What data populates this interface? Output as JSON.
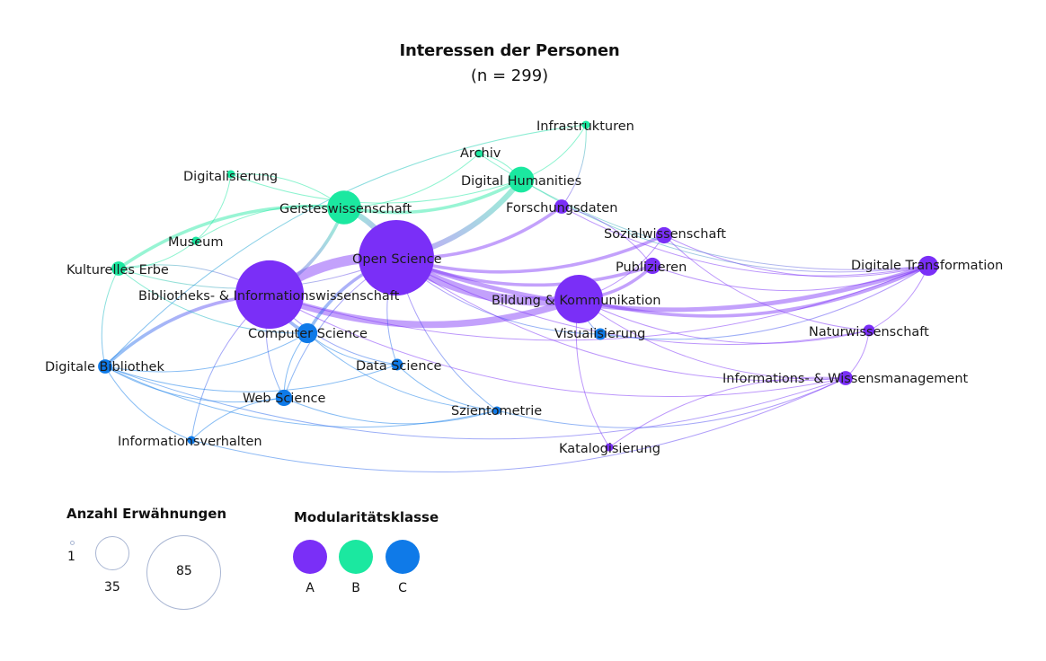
{
  "title": "Interessen der Personen",
  "subtitle": "(n = 299)",
  "classes": {
    "A": "#7a2ff7",
    "B": "#1be8a0",
    "C": "#0f7ae8"
  },
  "nodes": [
    {
      "id": "open-science",
      "label": "Open Science",
      "class": "A",
      "mentions": 85
    },
    {
      "id": "bibliotheks",
      "label": "Bibliotheks- & Informationswissenschaft",
      "class": "A",
      "mentions": 70
    },
    {
      "id": "bildung",
      "label": "Bildung & Kommunikation",
      "class": "A",
      "mentions": 35
    },
    {
      "id": "geisteswissenschaft",
      "label": "Geisteswissenschaft",
      "class": "B",
      "mentions": 17
    },
    {
      "id": "digital-humanities",
      "label": "Digital Humanities",
      "class": "B",
      "mentions": 10
    },
    {
      "id": "computer-science",
      "label": "Computer Science",
      "class": "C",
      "mentions": 6
    },
    {
      "id": "digitale-transformation",
      "label": "Digitale Transformation",
      "class": "A",
      "mentions": 6
    },
    {
      "id": "web-science",
      "label": "Web Science",
      "class": "C",
      "mentions": 4
    },
    {
      "id": "sozialwissenschaft",
      "label": "Sozialwissenschaft",
      "class": "A",
      "mentions": 4
    },
    {
      "id": "publizieren",
      "label": "Publizieren",
      "class": "A",
      "mentions": 4
    },
    {
      "id": "forschungsdaten",
      "label": "Forschungsdaten",
      "class": "A",
      "mentions": 3
    },
    {
      "id": "informations-wissensmanagement",
      "label": "Informations- & Wissensmanagement",
      "class": "A",
      "mentions": 3
    },
    {
      "id": "digitale-bibliothek",
      "label": "Digitale Bibliothek",
      "class": "C",
      "mentions": 3
    },
    {
      "id": "kulturelles-erbe",
      "label": "Kulturelles Erbe",
      "class": "B",
      "mentions": 3
    },
    {
      "id": "data-science",
      "label": "Data Science",
      "class": "C",
      "mentions": 2
    },
    {
      "id": "naturwissenschaft",
      "label": "Naturwissenschaft",
      "class": "A",
      "mentions": 2
    },
    {
      "id": "visualisierung",
      "label": "Visualisierung",
      "class": "C",
      "mentions": 2
    },
    {
      "id": "archiv",
      "label": "Archiv",
      "class": "B",
      "mentions": 1
    },
    {
      "id": "museum",
      "label": "Museum",
      "class": "B",
      "mentions": 1
    },
    {
      "id": "infrastrukturen",
      "label": "Infrastrukturen",
      "class": "B",
      "mentions": 1
    },
    {
      "id": "digitalisierung",
      "label": "Digitalisierung",
      "class": "B",
      "mentions": 1
    },
    {
      "id": "szientometrie",
      "label": "Szientometrie",
      "class": "C",
      "mentions": 1
    },
    {
      "id": "informationsverhalten",
      "label": "Informationsverhalten",
      "class": "C",
      "mentions": 1
    },
    {
      "id": "katalogisierung",
      "label": "Katalogisierung",
      "class": "A",
      "mentions": 1
    }
  ],
  "edges": [
    [
      "open-science",
      "bibliotheks",
      8
    ],
    [
      "open-science",
      "bildung",
      7
    ],
    [
      "bibliotheks",
      "bildung",
      5
    ],
    [
      "open-science",
      "geisteswissenschaft",
      4
    ],
    [
      "open-science",
      "digital-humanities",
      4
    ],
    [
      "bibliotheks",
      "geisteswissenschaft",
      2
    ],
    [
      "open-science",
      "digitale-transformation",
      3
    ],
    [
      "bildung",
      "digitale-transformation",
      2
    ],
    [
      "open-science",
      "sozialwissenschaft",
      2
    ],
    [
      "open-science",
      "publizieren",
      2
    ],
    [
      "bildung",
      "publizieren",
      2
    ],
    [
      "open-science",
      "forschungsdaten",
      2
    ],
    [
      "bildung",
      "sozialwissenschaft",
      1
    ],
    [
      "open-science",
      "computer-science",
      2
    ],
    [
      "bibliotheks",
      "computer-science",
      2
    ],
    [
      "bibliotheks",
      "digitale-bibliothek",
      2
    ],
    [
      "bibliotheks",
      "kulturelles-erbe",
      1
    ],
    [
      "geisteswissenschaft",
      "kulturelles-erbe",
      2
    ],
    [
      "geisteswissenschaft",
      "digital-humanities",
      2
    ],
    [
      "geisteswissenschaft",
      "museum",
      1
    ],
    [
      "geisteswissenschaft",
      "archiv",
      1
    ],
    [
      "geisteswissenschaft",
      "digitalisierung",
      1
    ],
    [
      "digital-humanities",
      "archiv",
      1
    ],
    [
      "digital-humanities",
      "infrastrukturen",
      1
    ],
    [
      "kulturelles-erbe",
      "museum",
      1
    ],
    [
      "kulturelles-erbe",
      "digitale-bibliothek",
      1
    ],
    [
      "museum",
      "digitalisierung",
      1
    ],
    [
      "open-science",
      "web-science",
      1
    ],
    [
      "open-science",
      "data-science",
      1
    ],
    [
      "open-science",
      "visualisierung",
      1
    ],
    [
      "open-science",
      "szientometrie",
      1
    ],
    [
      "open-science",
      "naturwissenschaft",
      1
    ],
    [
      "open-science",
      "informations-wissensmanagement",
      1
    ],
    [
      "bibliotheks",
      "web-science",
      1
    ],
    [
      "bibliotheks",
      "data-science",
      1
    ],
    [
      "bibliotheks",
      "informationsverhalten",
      1
    ],
    [
      "bibliotheks",
      "informations-wissensmanagement",
      1
    ],
    [
      "bibliotheks",
      "digitale-transformation",
      1
    ],
    [
      "bildung",
      "visualisierung",
      1
    ],
    [
      "bildung",
      "naturwissenschaft",
      1
    ],
    [
      "bildung",
      "informations-wissensmanagement",
      1
    ],
    [
      "bildung",
      "katalogisierung",
      1
    ],
    [
      "digitale-bibliothek",
      "web-science",
      1
    ],
    [
      "digitale-bibliothek",
      "szientometrie",
      1
    ],
    [
      "digitale-bibliothek",
      "informationsverhalten",
      1
    ],
    [
      "digitale-bibliothek",
      "informations-wissensmanagement",
      1
    ],
    [
      "digitale-bibliothek",
      "computer-science",
      1
    ],
    [
      "digitale-bibliothek",
      "data-science",
      1
    ],
    [
      "computer-science",
      "data-science",
      1
    ],
    [
      "computer-science",
      "web-science",
      1
    ],
    [
      "computer-science",
      "szientometrie",
      1
    ],
    [
      "web-science",
      "informationsverhalten",
      1
    ],
    [
      "web-science",
      "szientometrie",
      1
    ],
    [
      "data-science",
      "szientometrie",
      1
    ],
    [
      "szientometrie",
      "informations-wissensmanagement",
      1
    ],
    [
      "visualisierung",
      "digitale-transformation",
      1
    ],
    [
      "sozialwissenschaft",
      "digitale-transformation",
      1
    ],
    [
      "publizieren",
      "digitale-transformation",
      1
    ],
    [
      "forschungsdaten",
      "digitale-transformation",
      1
    ],
    [
      "naturwissenschaft",
      "digitale-transformation",
      1
    ],
    [
      "informations-wissensmanagement",
      "naturwissenschaft",
      1
    ],
    [
      "informations-wissensmanagement",
      "katalogisierung",
      1
    ],
    [
      "forschungsdaten",
      "infrastrukturen",
      1
    ],
    [
      "archiv",
      "digitale-transformation",
      1
    ],
    [
      "digital-humanities",
      "digitale-transformation",
      1
    ],
    [
      "informationsverhalten",
      "informations-wissensmanagement",
      1
    ],
    [
      "kulturelles-erbe",
      "open-science",
      1
    ],
    [
      "kulturelles-erbe",
      "computer-science",
      1
    ],
    [
      "publizieren",
      "forschungsdaten",
      1
    ],
    [
      "sozialwissenschaft",
      "naturwissenschaft",
      1
    ],
    [
      "digitalisierung",
      "digital-humanities",
      1
    ],
    [
      "infrastrukturen",
      "digitale-bibliothek",
      1
    ]
  ],
  "legend": {
    "size_title": "Anzahl Erwähnungen",
    "size_values": [
      "1",
      "35",
      "85"
    ],
    "class_title": "Modularitätsklasse",
    "class_labels": [
      "A",
      "B",
      "C"
    ]
  }
}
